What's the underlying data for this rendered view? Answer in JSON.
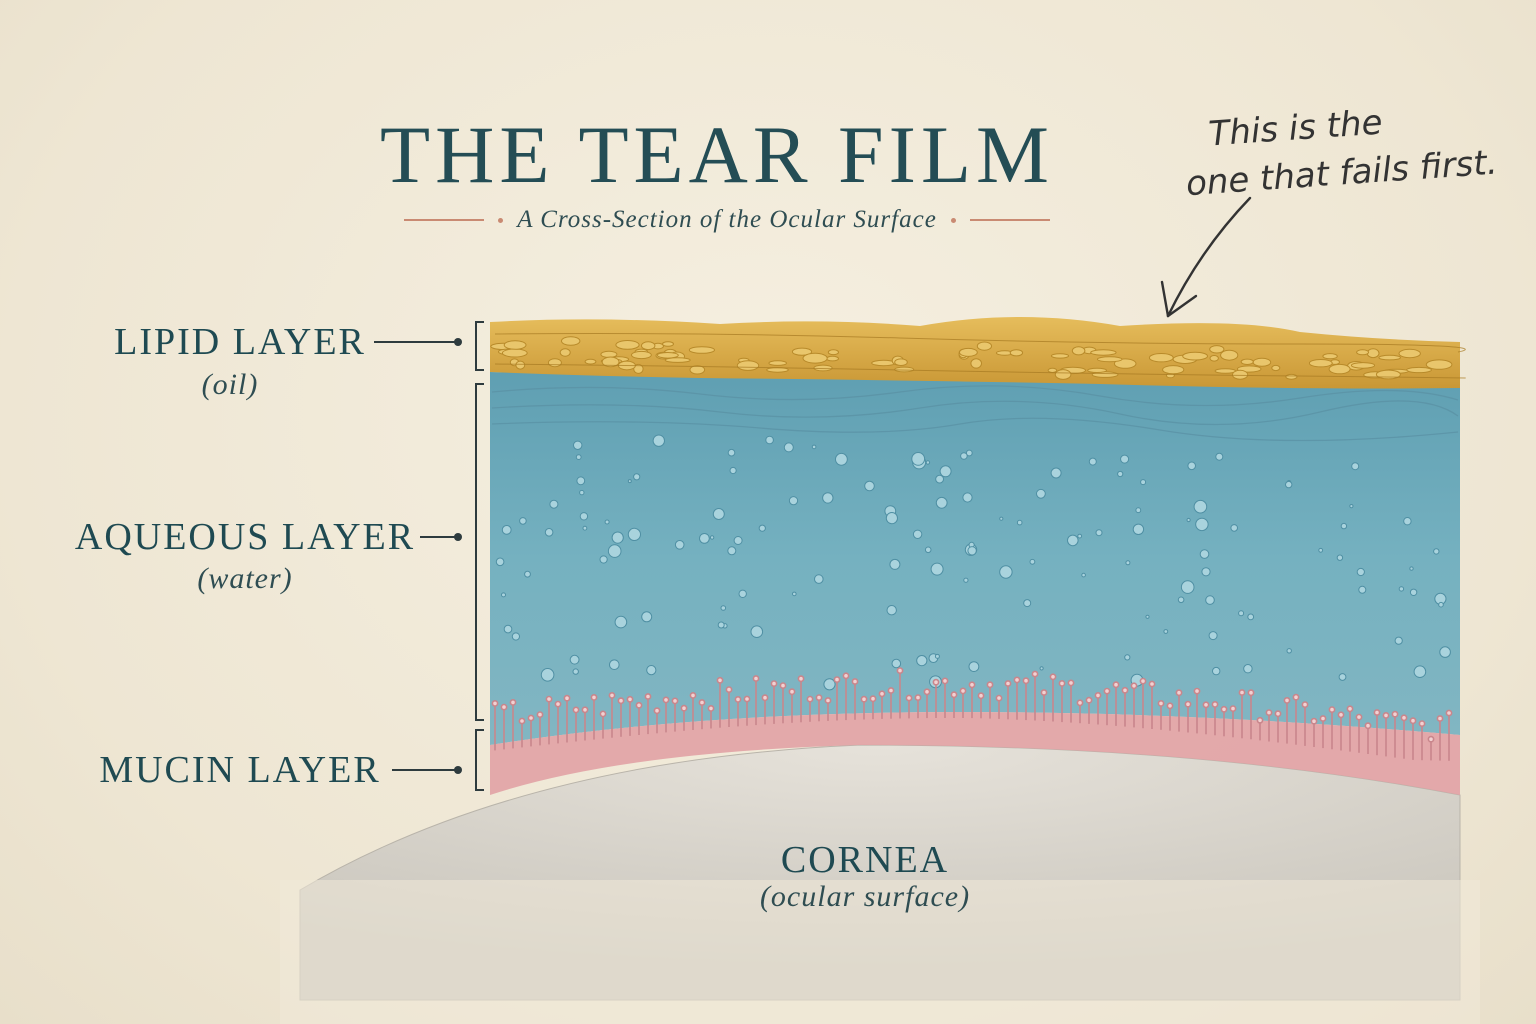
{
  "title": "THE TEAR FILM",
  "subtitle": "A Cross-Section of the Ocular Surface",
  "layers": [
    {
      "name": "LIPID LAYER",
      "note": "(oil)",
      "color": "#d9aa45"
    },
    {
      "name": "AQUEOUS LAYER",
      "note": "(water)",
      "color": "#6fa9b8"
    },
    {
      "name": "MUCIN LAYER",
      "note": "",
      "color": "#e2a3a6"
    }
  ],
  "cornea": {
    "name": "CORNEA",
    "note": "(ocular surface)",
    "color": "#d7d3cb"
  },
  "annotation": {
    "line1": "This is the",
    "line2": "one that fails first."
  }
}
